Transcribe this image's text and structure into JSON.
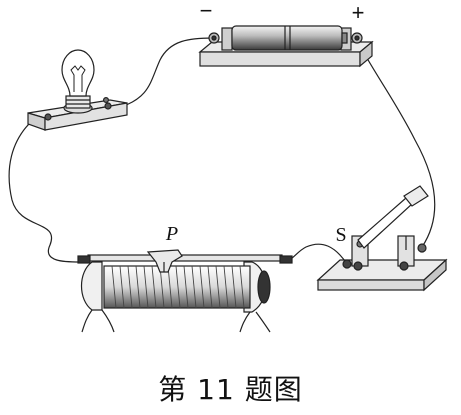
{
  "labels": {
    "battery_negative": "−",
    "battery_positive": "+",
    "slider_label": "P",
    "switch_label": "S"
  },
  "caption": "第 11 题图",
  "icons": {
    "bulb": "light-bulb-icon",
    "battery": "battery-icon",
    "rheostat": "rheostat-icon",
    "switch": "knife-switch-icon"
  }
}
